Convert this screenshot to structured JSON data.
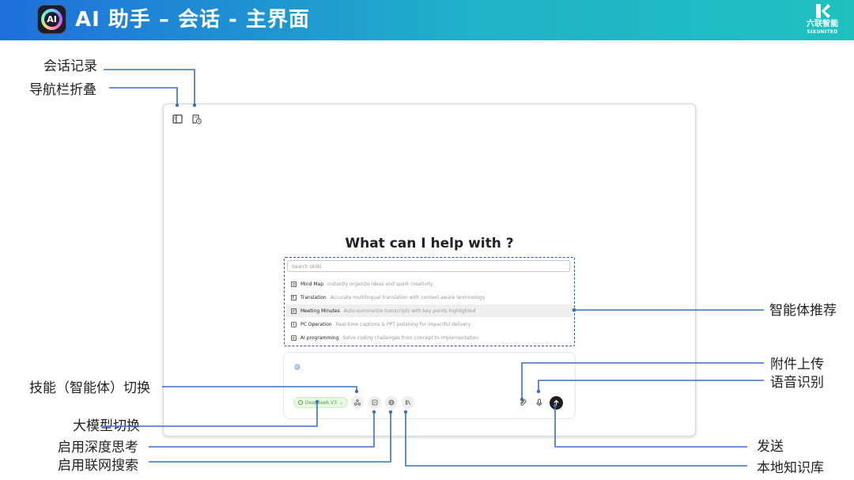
{
  "banner": {
    "title": "AI 助手 – 会话 - 主界面",
    "logo_text": "AI",
    "brand_cn": "六联智能",
    "brand_en": "SIXUNITED",
    "colors": {
      "gradient_start": "#1f6fdc",
      "gradient_end": "#20c1c0"
    }
  },
  "annotations": {
    "history": "会话记录",
    "nav_collapse": "导航栏折叠",
    "agent_recommend": "智能体推荐",
    "attachment": "附件上传",
    "voice": "语音识别",
    "skill_switch": "技能（智能体）切换",
    "model_switch": "大模型切换",
    "deep_think": "启用深度思考",
    "web_search": "启用联网搜索",
    "send": "发送",
    "knowledge_base": "本地知识库"
  },
  "app": {
    "toolbar": {
      "icons": [
        "sidebar-icon",
        "chat-history-icon"
      ]
    },
    "headline": "What can I help with ?",
    "skills": {
      "search_placeholder": "Search skills",
      "items": [
        {
          "name": "Mind Map",
          "desc": "Instantly organize ideas and spark creativity",
          "icon": "mind-map-icon"
        },
        {
          "name": "Translation",
          "desc": "Accurate multilingual translation with context-aware terminology",
          "icon": "translation-icon"
        },
        {
          "name": "Meeting Minutes",
          "desc": "Auto-summarize transcripts with key points highlighted",
          "icon": "meeting-minutes-icon"
        },
        {
          "name": "PC Operation",
          "desc": "Real-time captions & PPT polishing for impactful delivery",
          "icon": "pc-operation-icon"
        },
        {
          "name": "AI programming",
          "desc": "Solve coding challenges from concept to implementation",
          "icon": "ai-programming-icon"
        }
      ],
      "highlighted_index": 2
    },
    "composer": {
      "input_value": "@",
      "model": "DeepSeek-V3",
      "accent_color": "#4aa83a"
    }
  }
}
